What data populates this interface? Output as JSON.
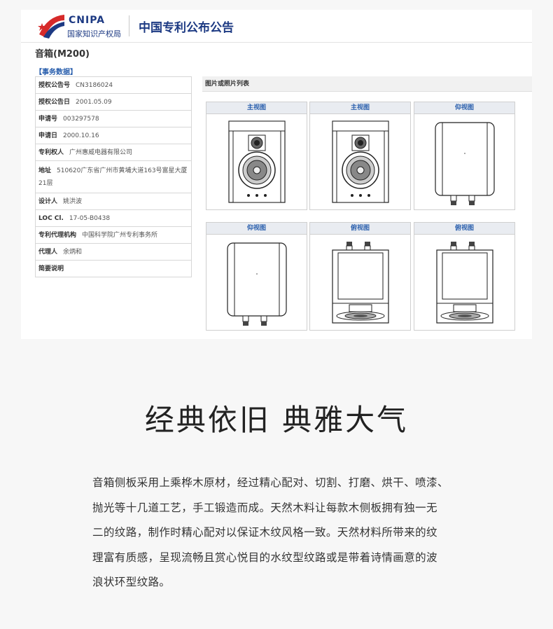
{
  "header": {
    "logo_abbr": "CNIPA",
    "logo_name": "国家知识产权局",
    "site_title": "中国专利公布公告"
  },
  "product_title": "音箱(M200)",
  "section_tag": "【事务数据】",
  "fields": [
    {
      "key": "授权公告号",
      "value": "CN3186024"
    },
    {
      "key": "授权公告日",
      "value": "2001.05.09"
    },
    {
      "key": "申请号",
      "value": "003297578"
    },
    {
      "key": "申请日",
      "value": "2000.10.16"
    },
    {
      "key": "专利权人",
      "value": "广州惠威电器有限公司"
    },
    {
      "key": "地址",
      "value": "510620广东省广州市黄埔大道163号富星大厦21层"
    },
    {
      "key": "设计人",
      "value": "姚洪波"
    },
    {
      "key": "LOC Cl.",
      "value": "17-05-B0438"
    },
    {
      "key": "专利代理机构",
      "value": "中国科学院广州专利事务所"
    },
    {
      "key": "代理人",
      "value": "余炳和"
    },
    {
      "key": "简要说明",
      "value": ""
    }
  ],
  "pictures": {
    "title": "图片或照片列表",
    "views": [
      {
        "label": "主视图",
        "kind": "front"
      },
      {
        "label": "主视图",
        "kind": "front"
      },
      {
        "label": "仰视图",
        "kind": "back"
      },
      {
        "label": "仰视图",
        "kind": "back"
      },
      {
        "label": "俯视图",
        "kind": "top"
      },
      {
        "label": "俯视图",
        "kind": "top"
      }
    ]
  },
  "slogan": "经典依旧 典雅大气",
  "description_lines": [
    "音箱侧板采用上乘桦木原材，经过精心配对、切割、打磨、烘干、喷漆、",
    "抛光等十几道工艺，手工锻造而成。天然木料让每款木侧板拥有独一无",
    "二的纹路，制作时精心配对以保证木纹风格一致。天然材料所带来的纹",
    "理富有质感，呈现流畅且赏心悦目的水纹型纹路或是带着诗情画意的波",
    "浪状环型纹路。"
  ]
}
